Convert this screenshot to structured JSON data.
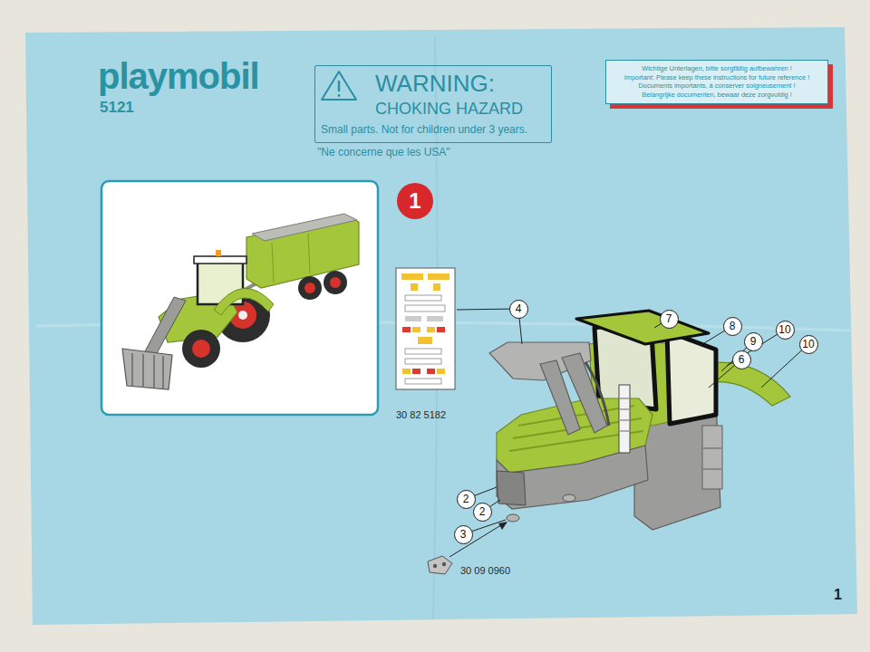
{
  "diagram": {
    "nodes": [
      {
        "text": [
          "WARNING:",
          "CHOKING HAZARD",
          "Small parts. Not for children under 3 years."
        ]
      },
      {
        "text": [
          "Wichtige Unterlagen, bitte sorgfältig aufbewahren !",
          "Important: Please keep these instructions for future reference !",
          "Documents importants, à conserver soigneusement !",
          "Belangrijke documenten, bewaar deze zorgvuldig !"
        ]
      },
      {
        "text": [
          "1"
        ]
      },
      {
        "text": [
          "4"
        ]
      },
      {
        "text": [
          "7"
        ]
      },
      {
        "text": [
          "8"
        ]
      },
      {
        "text": [
          "10"
        ]
      },
      {
        "text": [
          "9"
        ]
      },
      {
        "text": [
          "10"
        ]
      },
      {
        "text": [
          "6"
        ]
      },
      {
        "text": [
          "2"
        ]
      },
      {
        "text": [
          "2"
        ]
      },
      {
        "text": [
          "3"
        ]
      }
    ],
    "labels": [
      "playmobil",
      "5121",
      "\"Ne concerne que les USA\"",
      "30 82 5182",
      "30 09 0960",
      "1"
    ]
  }
}
